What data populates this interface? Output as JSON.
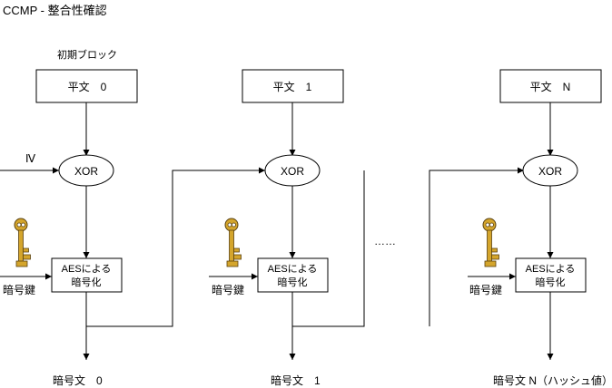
{
  "title": "CCMP - 整合性確認",
  "initial_block_label": "初期ブロック",
  "iv_label": "Ⅳ",
  "dots": "……",
  "blocks": [
    {
      "plaintext": "平文　0",
      "xor": "XOR",
      "aes_line1": "AESによる",
      "aes_line2": "暗号化",
      "key_label": "暗号鍵",
      "ciphertext": "暗号文　0"
    },
    {
      "plaintext": "平文　1",
      "xor": "XOR",
      "aes_line1": "AESによる",
      "aes_line2": "暗号化",
      "key_label": "暗号鍵",
      "ciphertext": "暗号文　1"
    },
    {
      "plaintext": "平文　N",
      "xor": "XOR",
      "aes_line1": "AESによる",
      "aes_line2": "暗号化",
      "key_label": "暗号鍵",
      "ciphertext": "暗号文 N（ハッシュ値）"
    }
  ],
  "colors": {
    "line": "#000000",
    "key_gold": "#d4a52c",
    "key_outline": "#5a4210"
  },
  "icons": [
    "key-icon"
  ]
}
